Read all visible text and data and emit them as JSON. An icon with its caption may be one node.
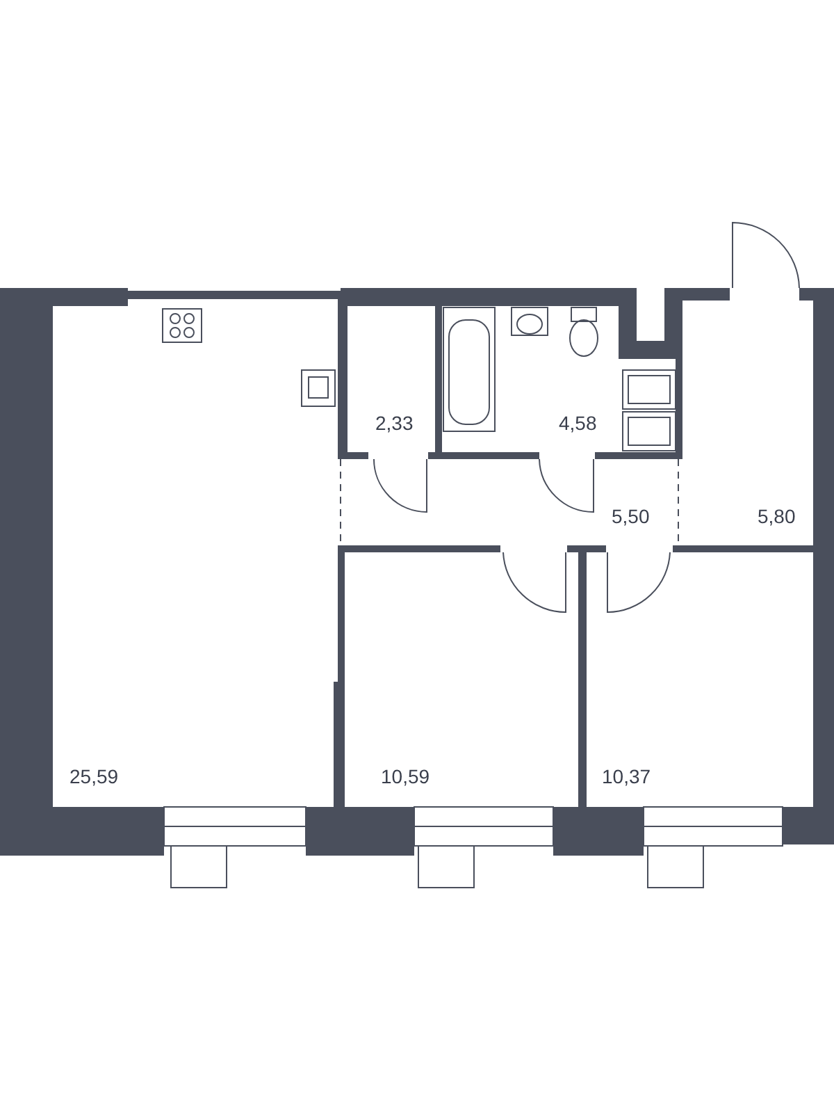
{
  "diagram": {
    "labels": [
      "2,33",
      "4,58",
      "5,50",
      "5,80",
      "25,59",
      "10,59",
      "10,37"
    ]
  }
}
